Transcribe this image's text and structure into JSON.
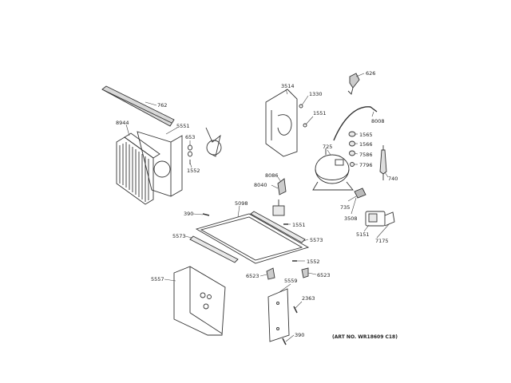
{
  "diagram": {
    "labels": {
      "l626": "626",
      "l3514": "3514",
      "l1330": "1330",
      "l1551a": "1551",
      "l762": "762",
      "l8944": "8944",
      "l5551": "5551",
      "l653": "653",
      "l1552a": "1552",
      "l8008": "8008",
      "l1565": "1565",
      "l1566": "1566",
      "l7586": "7586",
      "l7796": "7796",
      "l725": "725",
      "l740": "740",
      "l8086": "8086",
      "l8040": "8040",
      "l735": "735",
      "l3508": "3508",
      "l5151": "5151",
      "l7175": "7175",
      "l390a": "390",
      "l5098": "5098",
      "l1551b": "1551",
      "l5573a": "5573",
      "l5573b": "5573",
      "l1552b": "1552",
      "l6523a": "6523",
      "l6523b": "6523",
      "l5557": "5557",
      "l5559": "5559",
      "l2363": "2363",
      "l390b": "390"
    },
    "art_number": "(ART NO. WR18609 C18)"
  }
}
